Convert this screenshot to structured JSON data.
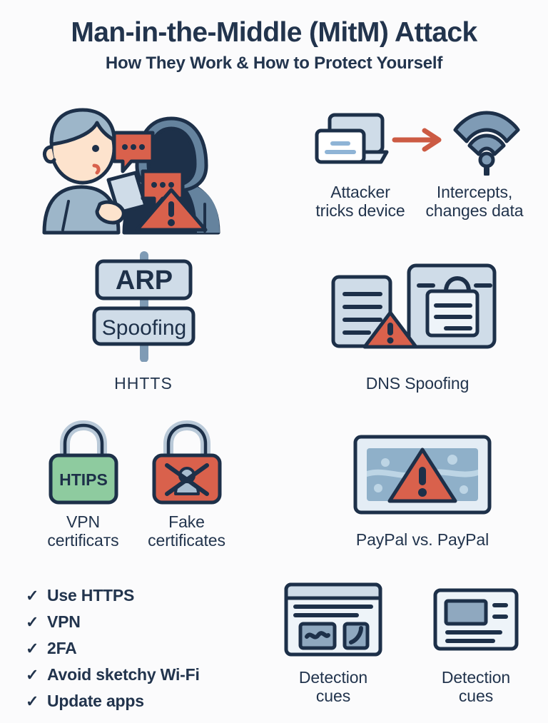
{
  "header": {
    "title": "Man-in-the-Middle (MitM) Attack",
    "subtitle": "How They Work & How to Protect Yourself"
  },
  "colors": {
    "background": "#fbfbfc",
    "ink": "#22344d",
    "outline": "#1d3049",
    "slate_blue": "#7f9bb5",
    "light_blue": "#cfdce8",
    "pale_blue": "#e4edf5",
    "accent_red": "#d9614c",
    "accent_green": "#8ecb9f",
    "skin": "#fde3cd",
    "shirt_blue": "#9db6c9"
  },
  "flow": {
    "step_one": "Attacker\ntricks device",
    "step_one_line1": "Attacker",
    "step_one_line2": "tricks device",
    "step_two_line1": "Intercepts,",
    "step_two_line2": "changes data",
    "icons": {
      "source": "laptop-icon",
      "arrow": "right-arrow-icon",
      "target": "wifi-icon"
    }
  },
  "arp": {
    "sign_top": "ARP",
    "sign_bottom": "Spoofing",
    "caption": "HHTTS",
    "icon": "road-sign-icon"
  },
  "dns": {
    "caption": "DNS Spoofing",
    "icons": {
      "document": "document-icon",
      "warning": "warning-triangle-icon",
      "badge": "id-badge-icon"
    }
  },
  "locks": {
    "secure": {
      "lock_label": "HTIPS",
      "caption_line1": "VPN",
      "caption_line2": "certificaтs",
      "icon": "padlock-secure-icon",
      "color": "#8ecb9f"
    },
    "fake": {
      "caption_line1": "Fake",
      "caption_line2": "certificates",
      "icon": "padlock-fake-icon",
      "color": "#d9614c"
    }
  },
  "paypal": {
    "caption": "PayPal vs. PayPal",
    "icon": "screen-warning-icon"
  },
  "checklist": {
    "items": [
      {
        "mark": "✓",
        "label": "Use HTTPS"
      },
      {
        "mark": "✓",
        "label": "VPN"
      },
      {
        "mark": "✓",
        "label": "2FA"
      },
      {
        "mark": "✓",
        "label": "Avoid sketchy Wi-Fi"
      },
      {
        "mark": "✓",
        "label": "Update apps"
      }
    ]
  },
  "detection": {
    "cues": [
      {
        "caption_line1": "Detection",
        "caption_line2": "cues",
        "icon": "browser-window-icon"
      },
      {
        "caption_line1": "Detection",
        "caption_line2": "cues",
        "icon": "card-panel-icon"
      }
    ]
  },
  "people_scene": {
    "victim": "person-with-phone-icon",
    "attacker": "hooded-attacker-icon",
    "bubbles": "chat-bubble-icon",
    "warning": "warning-triangle-icon"
  }
}
